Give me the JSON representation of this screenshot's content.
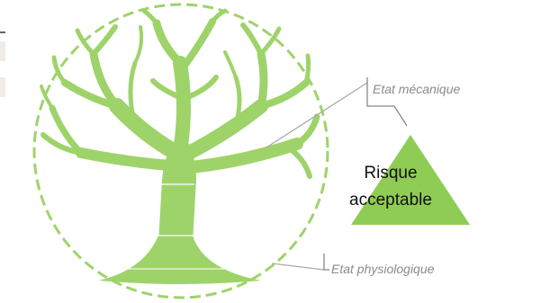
{
  "labels": {
    "mechanical_state": "Etat mécanique",
    "physiological_state": "Etat physiologique",
    "risk_line1": "Risque",
    "risk_line2": "acceptable"
  },
  "colors": {
    "tree_green": "#9ed36a",
    "triangle_green": "#8fcc55",
    "circle_dash": "#9ed36a",
    "leader_line": "#a9a9a9",
    "label_gray": "#8a8a8a"
  }
}
